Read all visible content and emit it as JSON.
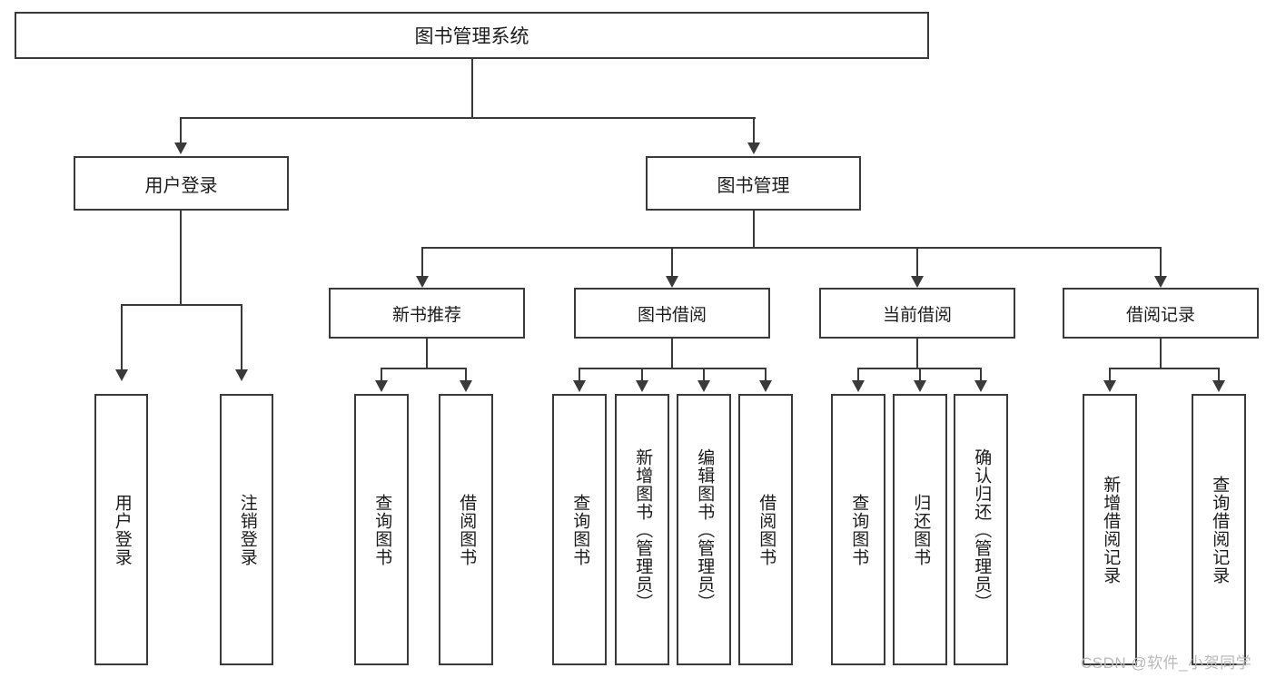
{
  "diagram": {
    "title": "图书管理系统",
    "type": "tree-hierarchy-chart",
    "colors": {
      "background": "#ffffff",
      "box_border": "#3a3a3a",
      "box_fill": "#ffffff",
      "connector": "#3a3a3a",
      "text": "#1b1b1b",
      "watermark": "#b9b9b9"
    }
  },
  "root": {
    "label": "图书管理系统"
  },
  "level1": [
    {
      "label": "用户登录"
    },
    {
      "label": "图书管理"
    }
  ],
  "level2": [
    {
      "label": "新书推荐"
    },
    {
      "label": "图书借阅"
    },
    {
      "label": "当前借阅"
    },
    {
      "label": "借阅记录"
    }
  ],
  "leaves": {
    "user_login": [
      {
        "label": "用户登录"
      },
      {
        "label": "注销登录"
      }
    ],
    "new_book_recommend": [
      {
        "label": "查询图书"
      },
      {
        "label": "借阅图书"
      }
    ],
    "book_borrow": [
      {
        "label": "查询图书"
      },
      {
        "label": "新增图书（管理员）"
      },
      {
        "label": "编辑图书（管理员）"
      },
      {
        "label": "借阅图书"
      }
    ],
    "current_borrow": [
      {
        "label": "查询图书"
      },
      {
        "label": "归还图书"
      },
      {
        "label": "确认归还（管理员）"
      }
    ],
    "borrow_record": [
      {
        "label": "新增借阅记录"
      },
      {
        "label": "查询借阅记录"
      }
    ]
  },
  "watermark": {
    "text": "CSDN @软件_小贺同学"
  }
}
